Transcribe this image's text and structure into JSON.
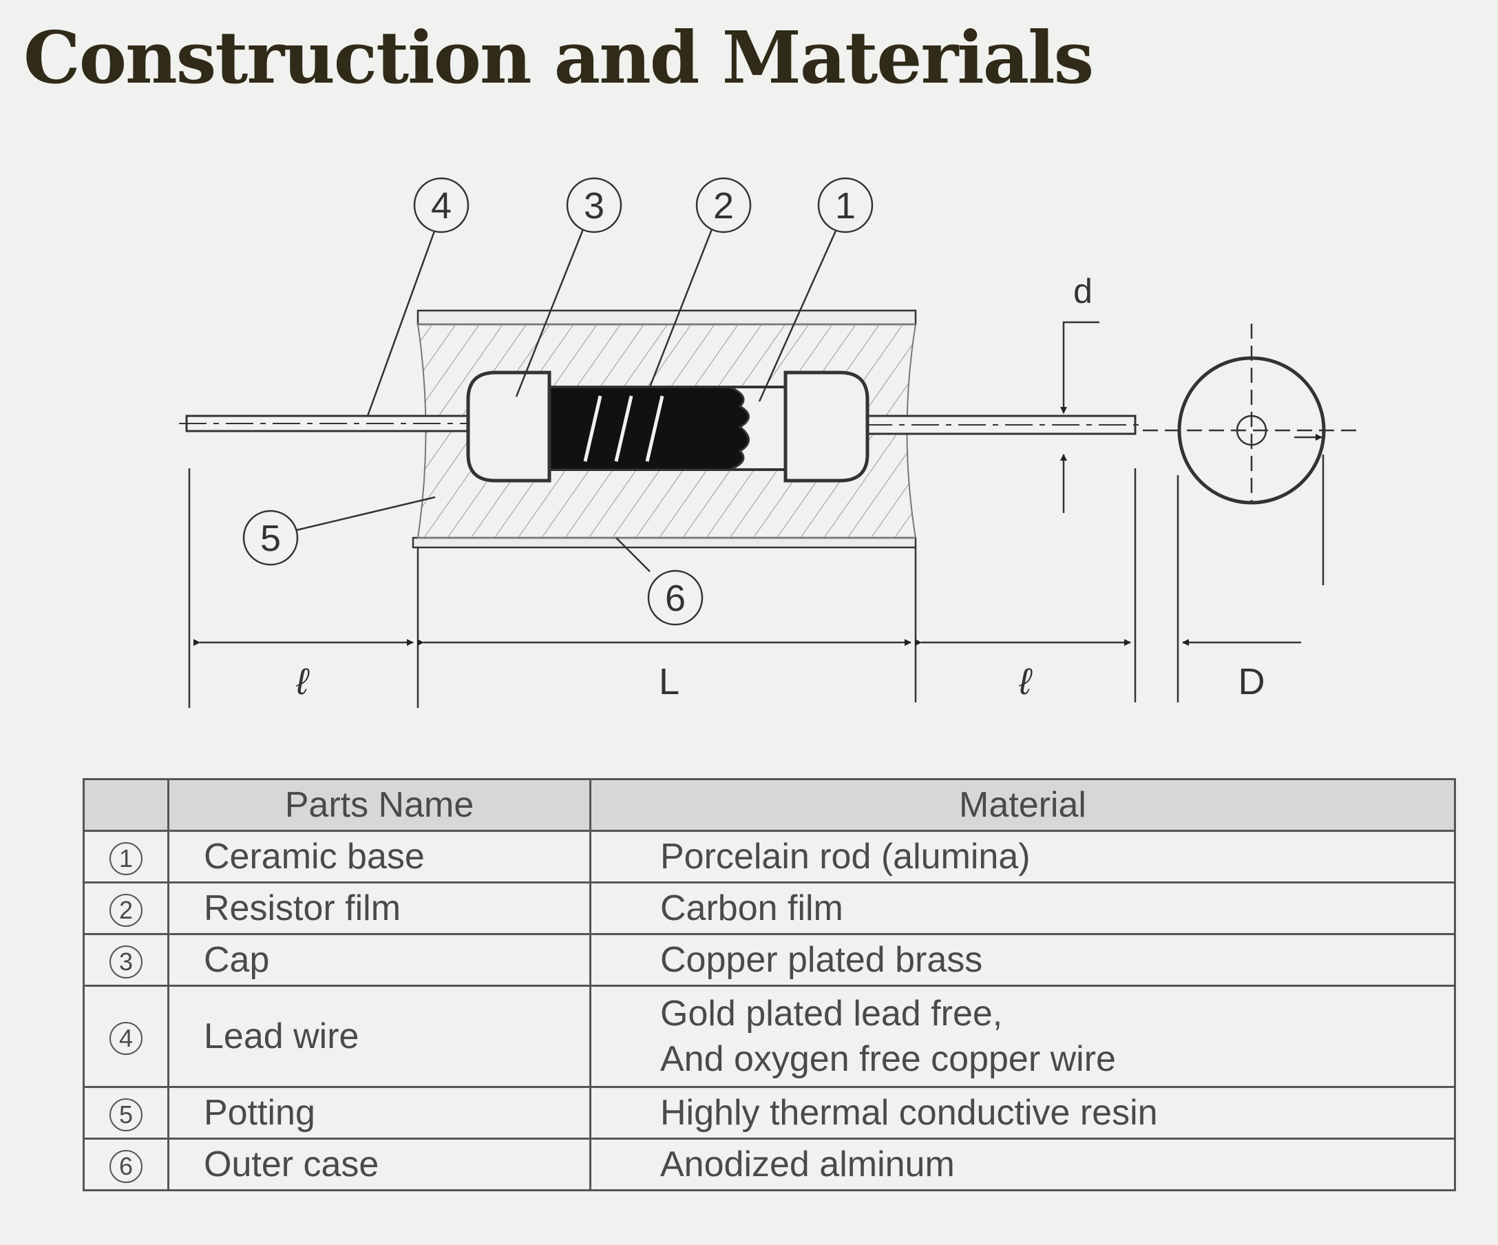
{
  "title": "Construction and Materials",
  "diagram": {
    "callouts": [
      "1",
      "2",
      "3",
      "4",
      "5",
      "6"
    ],
    "dimensions": {
      "lead_length": "ℓ",
      "body_length": "L",
      "lead_diameter": "d",
      "body_diameter": "D"
    }
  },
  "table": {
    "headers": [
      "",
      "Parts Name",
      "Material"
    ],
    "rows": [
      {
        "no": "1",
        "name": "Ceramic base",
        "material": [
          "Porcelain rod (alumina)"
        ]
      },
      {
        "no": "2",
        "name": "Resistor film",
        "material": [
          "Carbon film"
        ]
      },
      {
        "no": "3",
        "name": "Cap",
        "material": [
          "Copper plated brass"
        ]
      },
      {
        "no": "4",
        "name": "Lead wire",
        "material": [
          "Gold plated lead free,",
          "And oxygen free copper wire"
        ]
      },
      {
        "no": "5",
        "name": "Potting",
        "material": [
          "Highly thermal conductive resin"
        ]
      },
      {
        "no": "6",
        "name": "Outer case",
        "material": [
          "Anodized alminum"
        ]
      }
    ]
  }
}
